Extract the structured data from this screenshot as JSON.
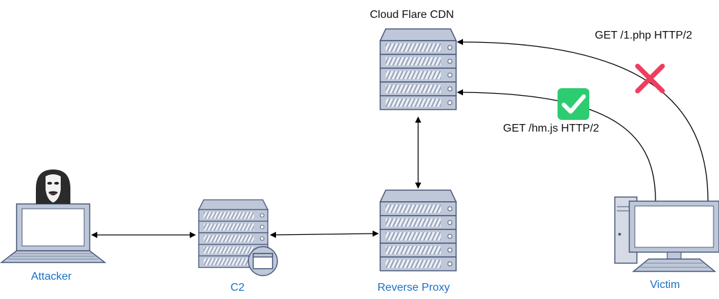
{
  "diagram": {
    "nodes": {
      "cdn": {
        "label": "Cloud Flare CDN",
        "icon": "server-rack-icon"
      },
      "attacker": {
        "label": "Attacker",
        "icon": "laptop-icon",
        "badge_icon": "hacker-mask-icon"
      },
      "c2": {
        "label": "C2",
        "icon": "server-rack-icon",
        "badge_icon": "window-icon"
      },
      "proxy": {
        "label": "Reverse Proxy",
        "icon": "server-rack-icon"
      },
      "victim": {
        "label": "Victim",
        "icon": "desktop-computer-icon"
      }
    },
    "edges": {
      "req_php": {
        "label": "GET /1.php HTTP/2",
        "status": "blocked",
        "status_icon": "red-x-icon"
      },
      "req_js": {
        "label": "GET /hm.js HTTP/2",
        "status": "allowed",
        "status_icon": "green-check-icon"
      }
    }
  },
  "colors": {
    "node_label": "#1a6fc4",
    "edge_label": "#111111",
    "server_fill": "#bfc8d8",
    "server_stroke": "#4c5a7c",
    "blocked": "#ee3e5e",
    "allowed": "#2ecc71"
  }
}
